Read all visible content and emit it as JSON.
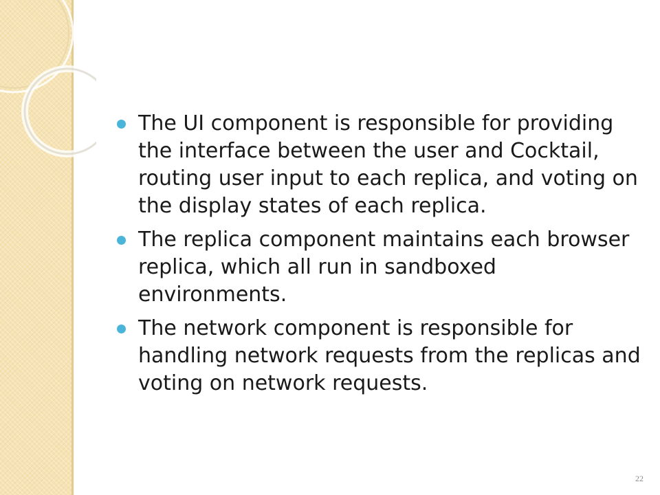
{
  "slide": {
    "bullets": [
      "The UI component is responsible for providing the interface between the user and Cocktail, routing user input to each replica, and voting on the display states of each replica.",
      "The replica component maintains each browser replica, which all run in sandboxed environments.",
      "The network component is responsible for handling network requests from the replicas and voting on network requests."
    ],
    "page_number": "22"
  },
  "colors": {
    "side_band": "#f6e3b4",
    "bullet": "#4bb5d9",
    "text": "#1a1a1a"
  }
}
